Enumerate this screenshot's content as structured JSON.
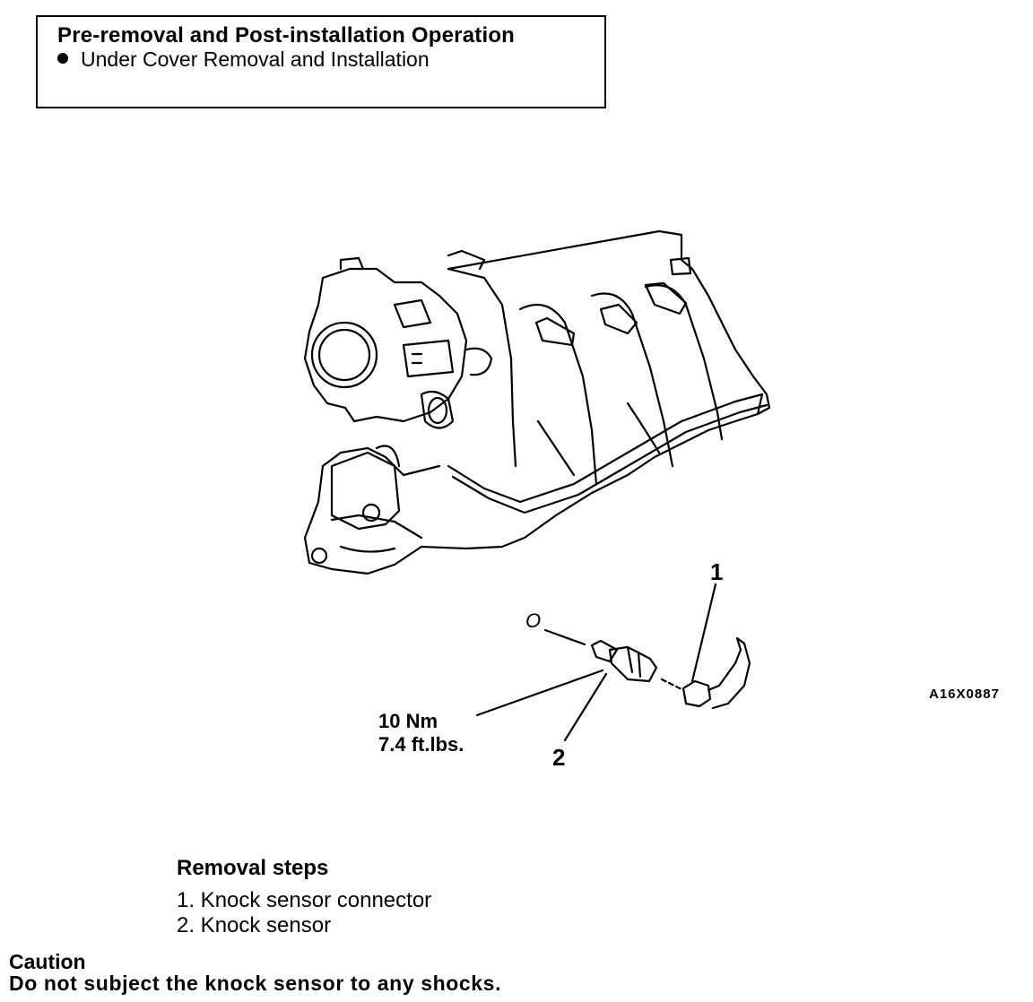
{
  "pre_box": {
    "title": "Pre-removal and Post-installation Operation",
    "item": "Under Cover Removal and Installation"
  },
  "diagram": {
    "callout_1": "1",
    "callout_2": "2",
    "oring_mark": "O",
    "code": "A16X0887",
    "torque_nm": "10 Nm",
    "torque_ftlbs": "7.4 ft.lbs."
  },
  "removal": {
    "title": "Removal steps",
    "steps": [
      "1. Knock sensor connector",
      "2. Knock sensor"
    ]
  },
  "caution": {
    "title": "Caution",
    "text": "Do not subject the knock sensor to any shocks."
  }
}
